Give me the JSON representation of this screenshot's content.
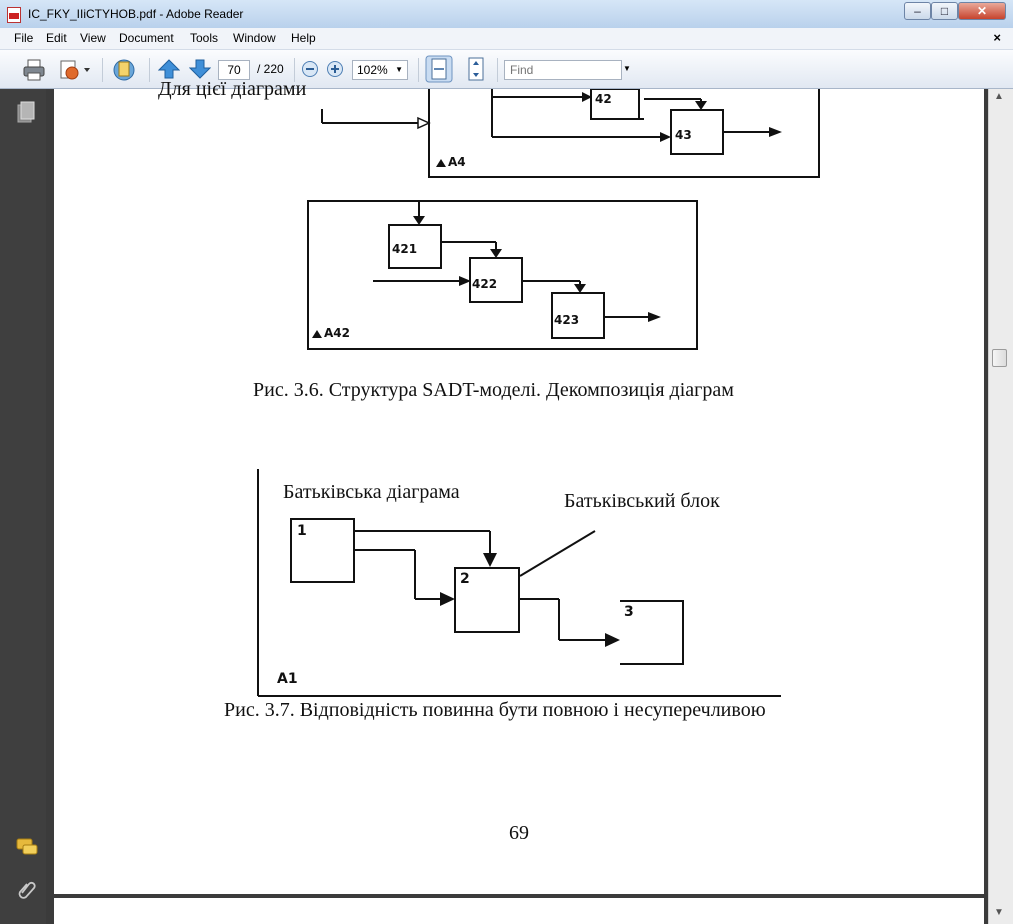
{
  "window": {
    "title": "IC_FKY_IIiCTYHOB.pdf - Adobe Reader",
    "controls": {
      "minimize": "–",
      "maximize": "□",
      "close": "✕"
    }
  },
  "menu": {
    "items": [
      "File",
      "Edit",
      "View",
      "Document",
      "Tools",
      "Window",
      "Help"
    ],
    "close": "×"
  },
  "toolbar": {
    "page_current": "70",
    "page_total": "/ 220",
    "zoom": "102%",
    "find_placeholder": "Find"
  },
  "document": {
    "fig36": {
      "top_label": "Для цієї діаграми",
      "block_42": "42",
      "block_43": "43",
      "tag_a4": "A4",
      "block_421": "421",
      "block_422": "422",
      "block_423": "423",
      "tag_a42": "A42",
      "caption": "Рис. 3.6. Структура SADT-моделі. Декомпозиція діаграм"
    },
    "fig37": {
      "parent_diagram": "Батьківська діаграма",
      "parent_block": "Батьківський блок",
      "block_1": "1",
      "block_2": "2",
      "block_3": "3",
      "tag_a1": "A1",
      "caption": "Рис. 3.7. Відповідність повинна бути повною і несуперечливою"
    },
    "page_number": "69"
  },
  "colors": {
    "titlebar": "#c8dcf2",
    "doc_background": "#3b3b3b",
    "page": "#ffffff"
  }
}
